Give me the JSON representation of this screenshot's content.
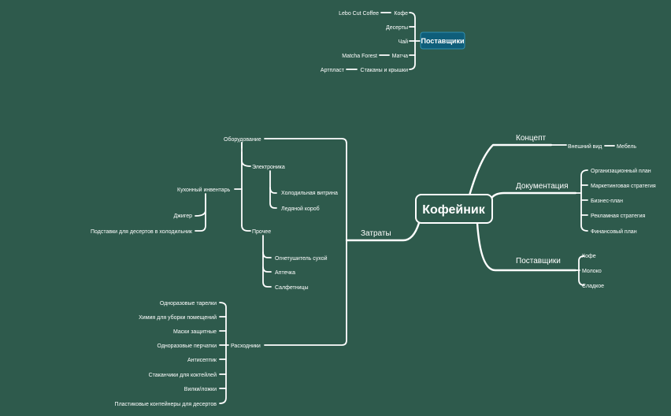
{
  "root": "Кофейник",
  "suppliers_detail": {
    "title": "Поставщики",
    "items": [
      "Кофе",
      "Десерты",
      "Чай",
      "Матча",
      "Стаканы и крышки"
    ],
    "vendors": {
      "coffee": "Lebo Cut Coffee",
      "matcha": "Matcha Forest",
      "cups": "Артпласт"
    }
  },
  "concept": {
    "label": "Концепт",
    "child": "Внешний вид",
    "grandchild": "Мебель"
  },
  "documentation": {
    "label": "Документация",
    "items": [
      "Организационный план",
      "Маркетинговая стратегия",
      "Бизнес-план",
      "Рекламная стратегия",
      "Финансовый план"
    ]
  },
  "suppliers": {
    "label": "Поставщики",
    "items": [
      "Кофе",
      "Молоко",
      "Сладкое"
    ]
  },
  "costs": {
    "label": "Затраты",
    "equipment": {
      "label": "Оборудование",
      "electronics": {
        "label": "Электроника",
        "items": [
          "Холодильная витрина",
          "Ледяной короб"
        ]
      },
      "kitchen": {
        "label": "Кухонный инвентарь",
        "items": [
          "Джигер",
          "Подставки для десертов в холодильник"
        ]
      },
      "other": {
        "label": "Прочее",
        "items": [
          "Огнетушитель сухой",
          "Аптечка",
          "Салфетницы"
        ]
      }
    },
    "consumables": {
      "label": "Расходники",
      "items": [
        "Одноразовые тарелки",
        "Химия для уборки помещений",
        "Маски защитные",
        "Одноразовые перчатки",
        "Антисептик",
        "Стаканчики для коктейлей",
        "Вилки/ложки",
        "Пластиковые контейнеры для десертов"
      ]
    }
  }
}
